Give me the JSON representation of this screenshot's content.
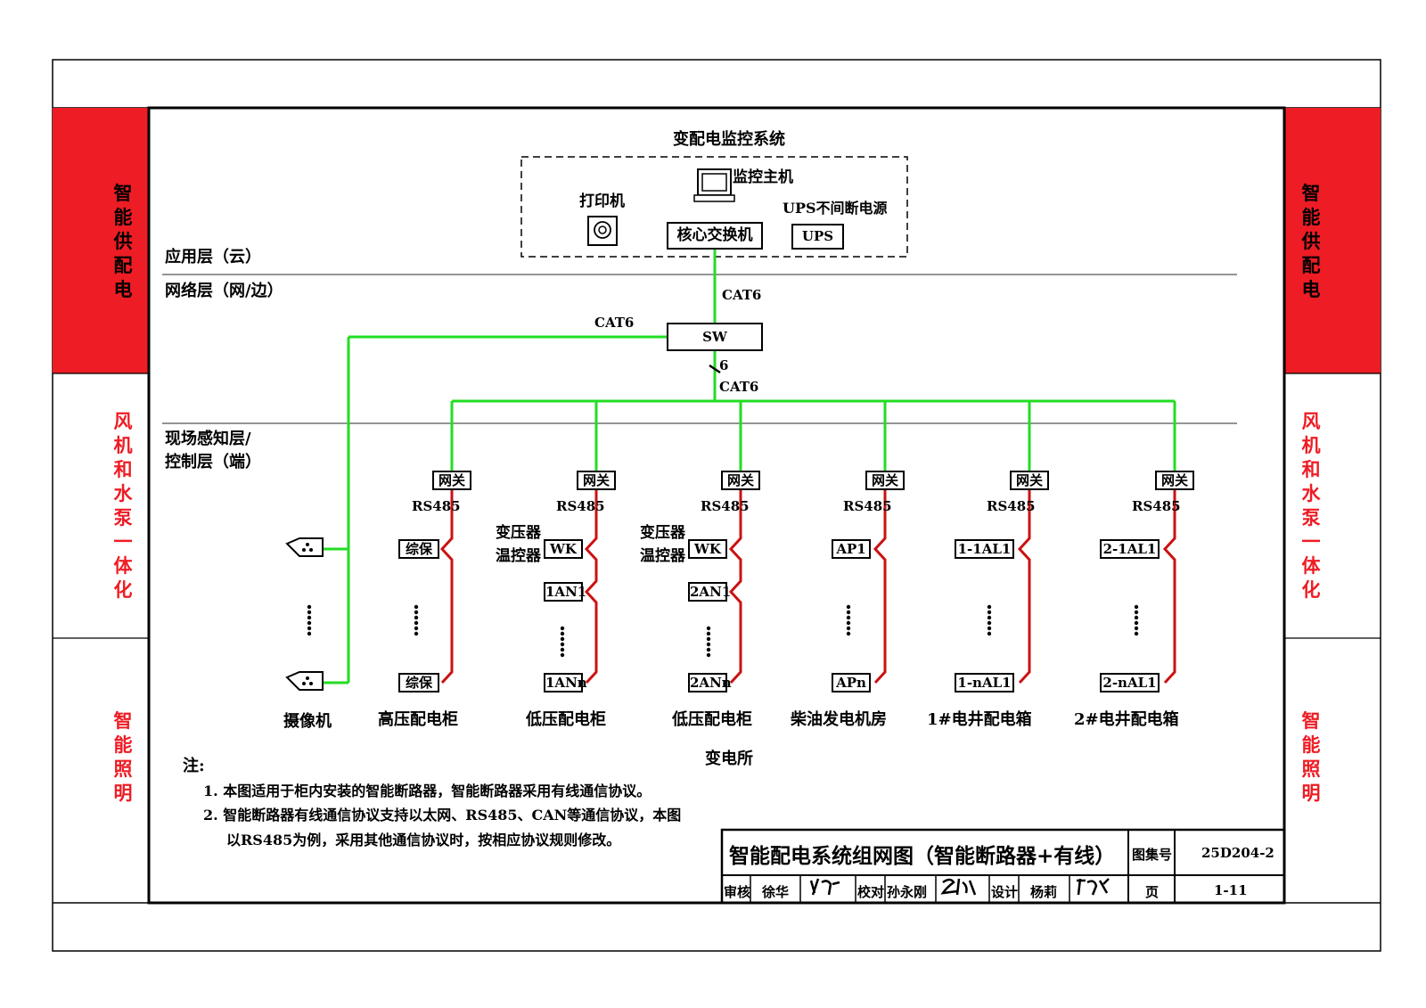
{
  "side_tabs": {
    "power_supply": "智能供配电",
    "fan_pump": "风机和水泵一体化",
    "lighting": "智能照明"
  },
  "layers": {
    "application": "应用层（云）",
    "network": "网络层（网/边）",
    "field_line1": "现场感知层/",
    "field_line2": "控制层（端）"
  },
  "monitoring": {
    "title": "变配电监控系统",
    "host": "监控主机",
    "printer": "打印机",
    "core_switch": "核心交换机",
    "ups_label": "UPS不间断电源",
    "ups_box": "UPS"
  },
  "network": {
    "cat6_top": "CAT6",
    "cat6_left": "CAT6",
    "cat6_bottom": "CAT6",
    "sw": "SW",
    "count": "6"
  },
  "columns": [
    {
      "gateway": "网关",
      "bus": "RS485",
      "top_device": "综保",
      "bottom_device": "综保",
      "label": "高压配电柜"
    },
    {
      "gateway": "网关",
      "bus": "RS485",
      "side_label1": "变压器",
      "side_label2": "温控器",
      "top_device": "WK",
      "mid_device": "1AN1",
      "bottom_device": "1ANn",
      "label": "低压配电柜"
    },
    {
      "gateway": "网关",
      "bus": "RS485",
      "side_label1": "变压器",
      "side_label2": "温控器",
      "top_device": "WK",
      "mid_device": "2AN1",
      "bottom_device": "2ANn",
      "label": "低压配电柜"
    },
    {
      "gateway": "网关",
      "bus": "RS485",
      "top_device": "AP1",
      "bottom_device": "APn",
      "label": "柴油发电机房"
    },
    {
      "gateway": "网关",
      "bus": "RS485",
      "top_device": "1-1AL1",
      "bottom_device": "1-nAL1",
      "label": "1#电井配电箱"
    },
    {
      "gateway": "网关",
      "bus": "RS485",
      "top_device": "2-1AL1",
      "bottom_device": "2-nAL1",
      "label": "2#电井配电箱"
    }
  ],
  "camera": {
    "label": "摄像机"
  },
  "substation": "变电所",
  "notes": {
    "heading": "注:",
    "line1": "1. 本图适用于柜内安装的智能断路器，智能断路器采用有线通信协议。",
    "line2": "2. 智能断路器有线通信协议支持以太网、RS485、CAN等通信协议，本图",
    "line3": "以RS485为例，采用其他通信协议时，按相应协议规则修改。"
  },
  "title_block": {
    "title": "智能配电系统组网图（智能断路器+有线）",
    "atlas_label": "图集号",
    "atlas_no": "25D204-2",
    "review_label": "审核",
    "review_name": "徐华",
    "check_label": "校对",
    "check_name": "孙永刚",
    "design_label": "设计",
    "design_name": "杨莉",
    "page_label": "页",
    "page_no": "1-11"
  },
  "colors": {
    "tab_red": "#ee1c24",
    "ethernet_green": "#22dd22",
    "rs485_red": "#cc1111",
    "side_text_red": "#ee1c24"
  }
}
